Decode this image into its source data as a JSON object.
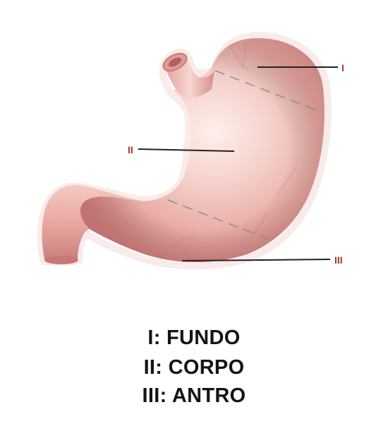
{
  "diagram": {
    "region_labels": {
      "fundus": "I",
      "body": "II",
      "antrum": "III"
    },
    "legend": [
      "I: FUNDO",
      "II: CORPO",
      "III: ANTRO"
    ]
  },
  "colors": {
    "stomach_base": "#ecb3ad",
    "stomach_light": "#fbe6e2",
    "stomach_shadow": "#c5797a",
    "label_red": "#a33a2b",
    "leader_line": "#222222",
    "caption_text": "#141414"
  }
}
